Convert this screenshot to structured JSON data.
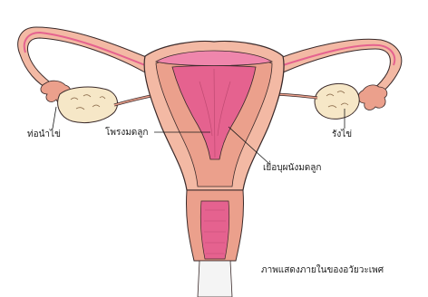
{
  "labels": {
    "fallopian_tube": "ท่อนำไข่",
    "uterine_wall": "โพรงมดลูก",
    "ovary": "รังไข่",
    "endometrium": "เยื่อบุผนังมดลูก"
  },
  "caption": "ภาพแสดงภายในของอวัยวะเพศ",
  "colors": {
    "outer": "#f3b9a4",
    "muscle": "#eba08c",
    "inner": "#e5628f",
    "fundus": "#ef86ac",
    "ovary": "#f6e7c7",
    "outline": "#3a2a2a"
  }
}
